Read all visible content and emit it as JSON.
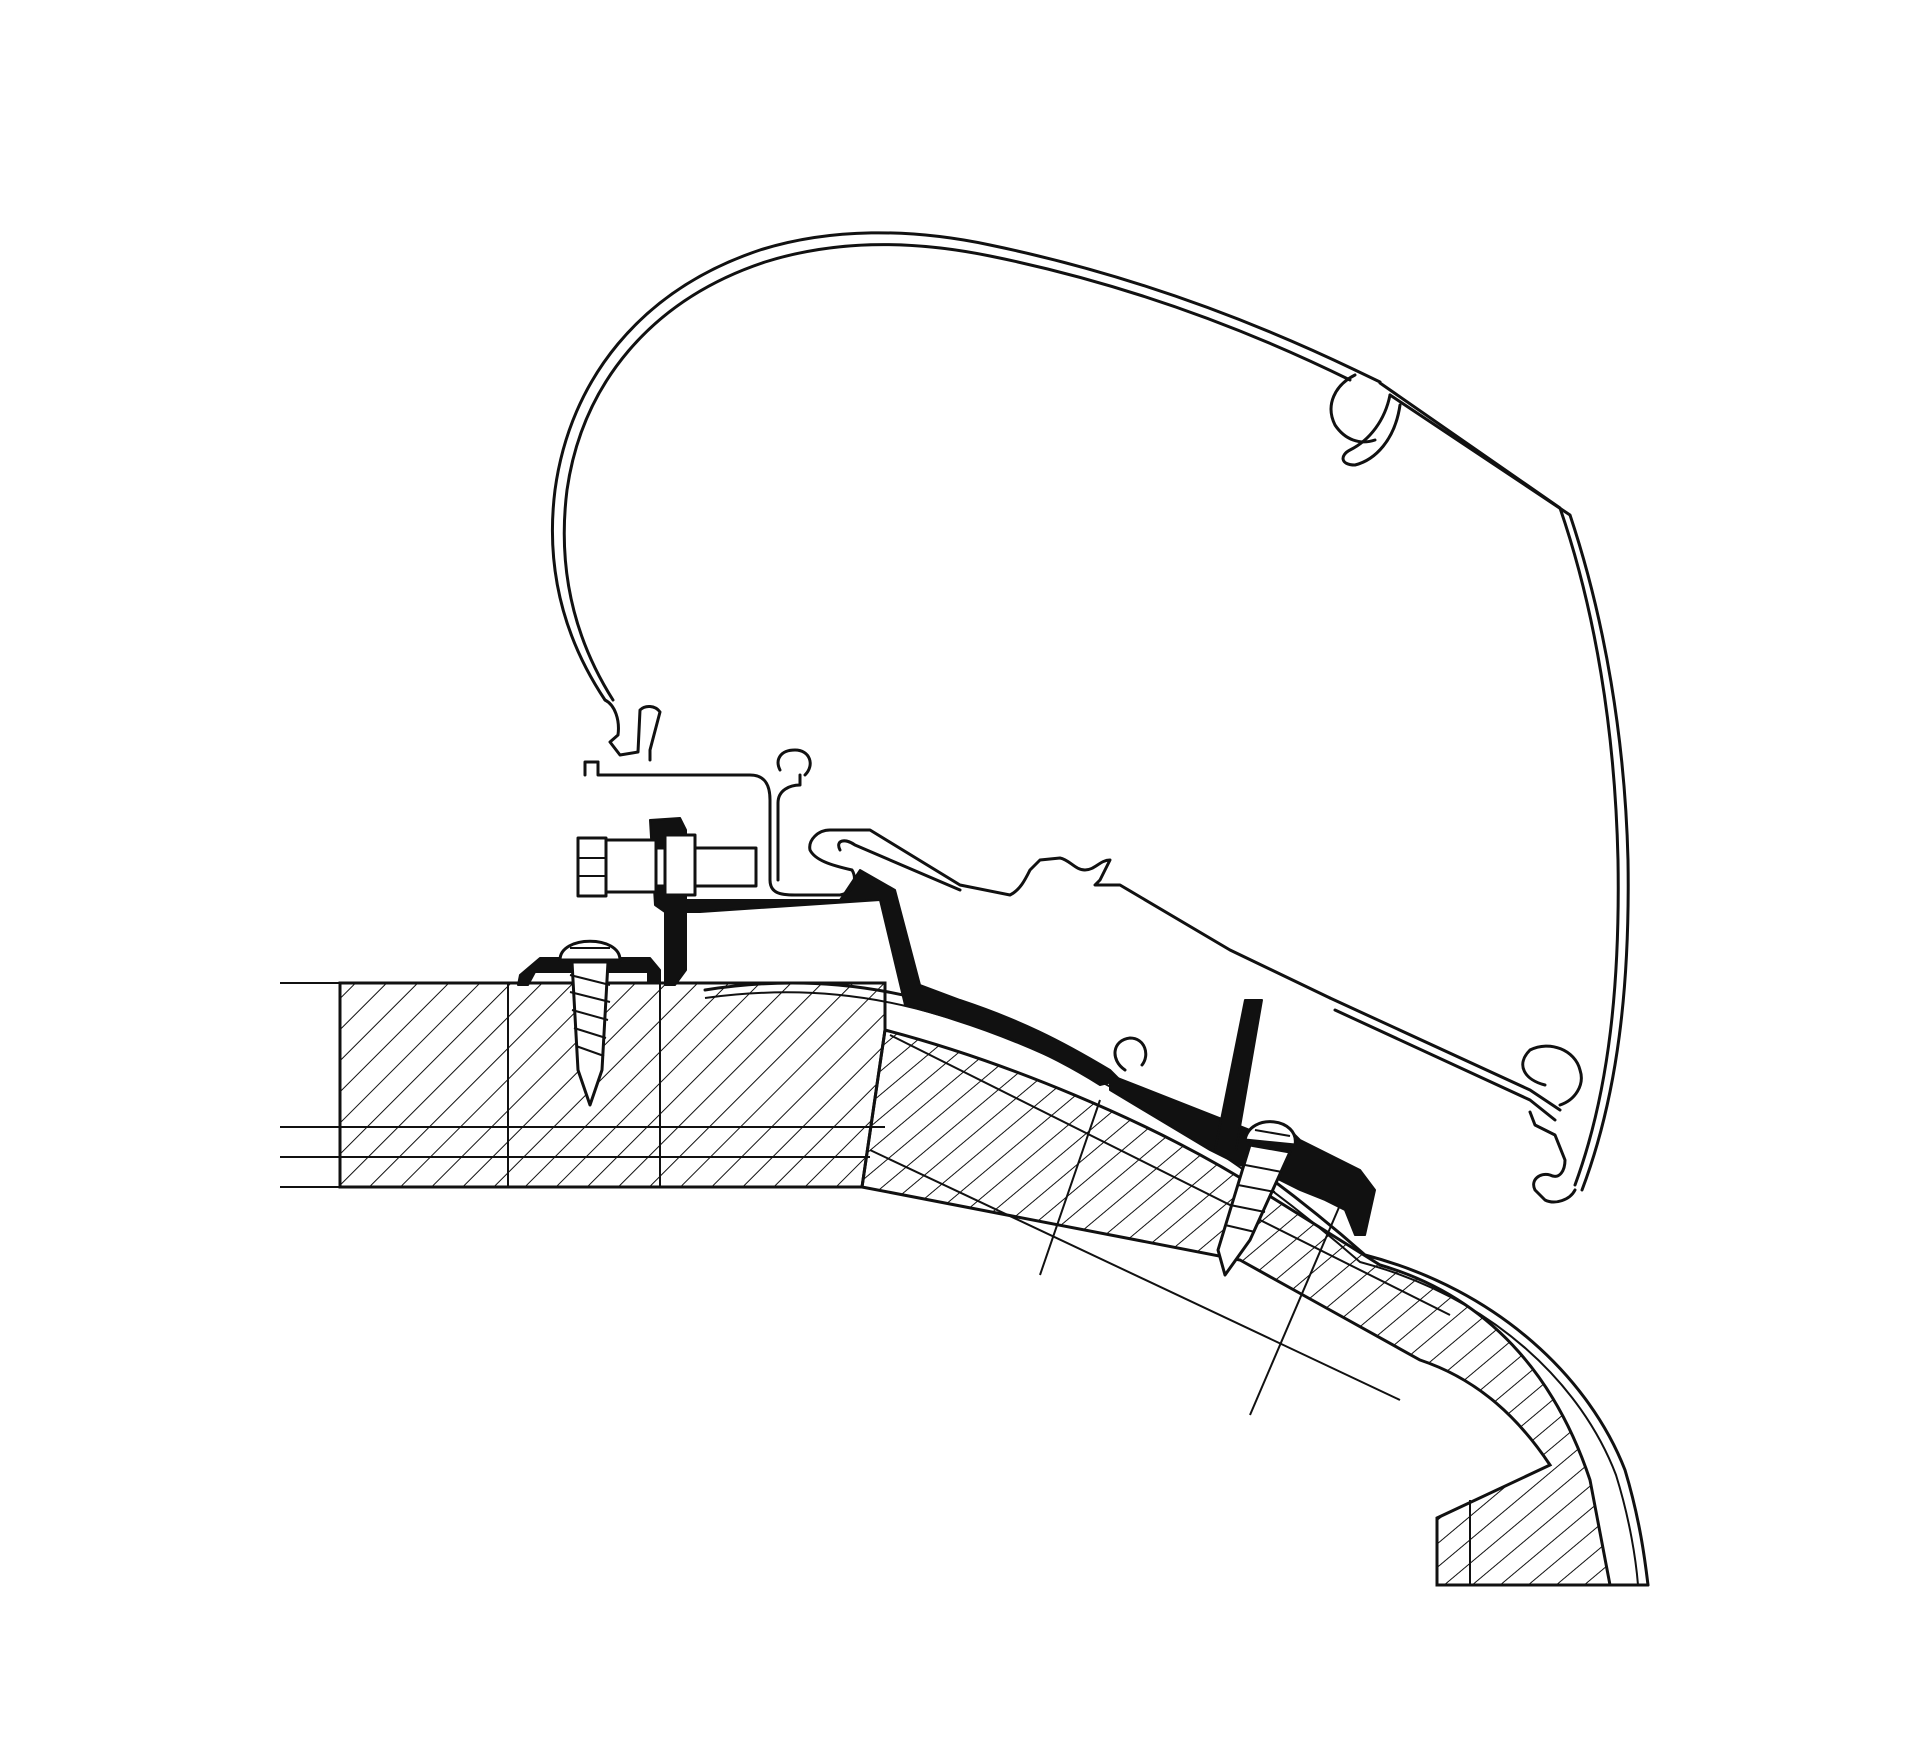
{
  "colors": {
    "line": "#111111",
    "background": "#ffffff",
    "profile": "#111111"
  },
  "parts": [
    {
      "id": "awning-cassette",
      "label": ""
    },
    {
      "id": "wall-adapter-rail",
      "label": ""
    },
    {
      "id": "mounting-bracket",
      "label": ""
    },
    {
      "id": "hex-bolt",
      "label": ""
    },
    {
      "id": "screw-left",
      "label": ""
    },
    {
      "id": "screw-right",
      "label": ""
    },
    {
      "id": "roof-section",
      "label": ""
    }
  ]
}
